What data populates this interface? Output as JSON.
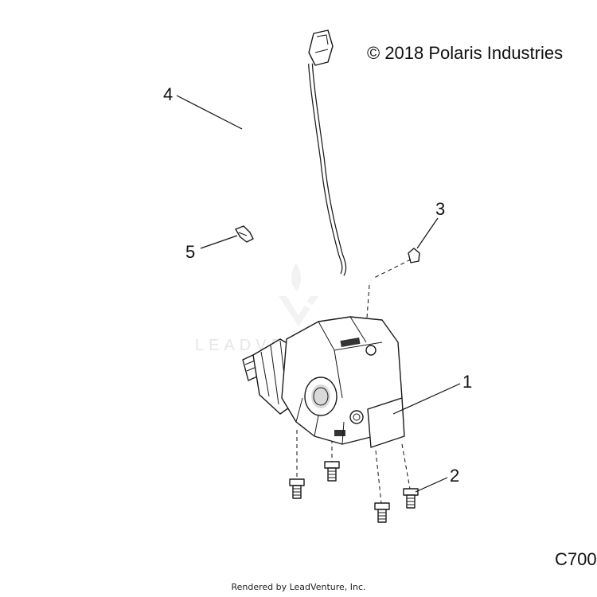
{
  "copyright": "© 2018 Polaris Industries",
  "reference_code": "C700",
  "footer": "Rendered by LeadVenture, Inc.",
  "watermark": "LEADVENTURE",
  "callouts": [
    {
      "id": "1",
      "label": "1"
    },
    {
      "id": "2",
      "label": "2"
    },
    {
      "id": "3",
      "label": "3"
    },
    {
      "id": "4",
      "label": "4"
    },
    {
      "id": "5",
      "label": "5"
    }
  ]
}
